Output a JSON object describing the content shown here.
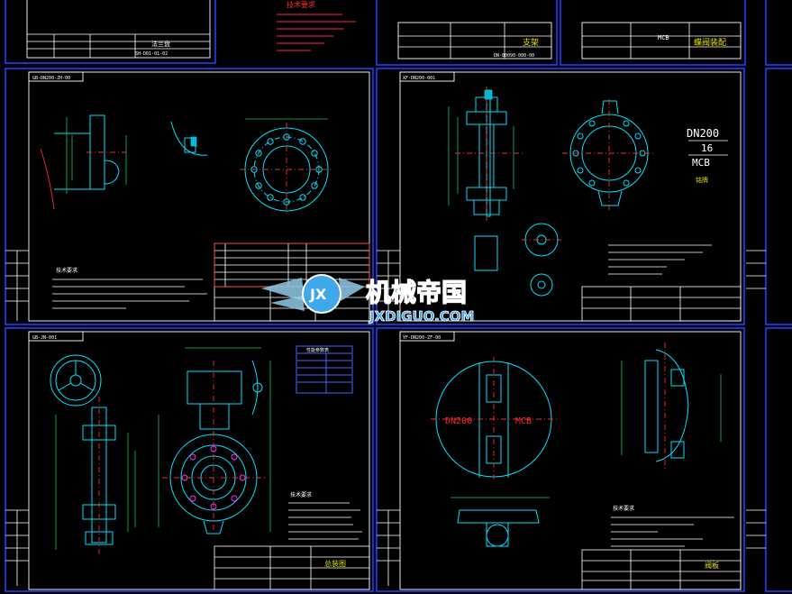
{
  "tech_req_title": "技术要求",
  "sheets": {
    "top_left_tb": {
      "name": "法兰盘",
      "code": "SH-D01-01-02"
    },
    "top_mid_tb": {
      "name": "支架",
      "code": "DN-00090-000-00"
    },
    "top_right_tb": {
      "name": "MCB",
      "title": "蝶阀装配"
    },
    "mid_left": {
      "code": "GB-DN200-ZH-00",
      "notes_title": "技术要求"
    },
    "mid_right": {
      "code": "XF-DN200-001",
      "dn": "DN200",
      "pn": "16",
      "model": "MCB",
      "label": "铭牌"
    },
    "bot_left": {
      "code": "GB-JN-001",
      "table_title": "性能参数表",
      "notes_title": "技术要求",
      "tb_name": "总装图"
    },
    "bot_right": {
      "code": "YF-DN200-ZF-00",
      "dn_text": "DN200",
      "mcb_text": "MCB",
      "notes_title": "技术要求",
      "tb_name": "阀板"
    }
  },
  "watermark": {
    "cn": "机械帝国",
    "en": "JXDIGUO.COM",
    "emblem": "JX"
  },
  "colors": {
    "background": "#000000",
    "frame": "#1b3fff",
    "cyan": "#00e0ff",
    "green": "#00d060",
    "yellow": "#e8e000",
    "red": "#ff2a2a",
    "magenta": "#ff30ff",
    "watermark": "#3fa8e8"
  }
}
